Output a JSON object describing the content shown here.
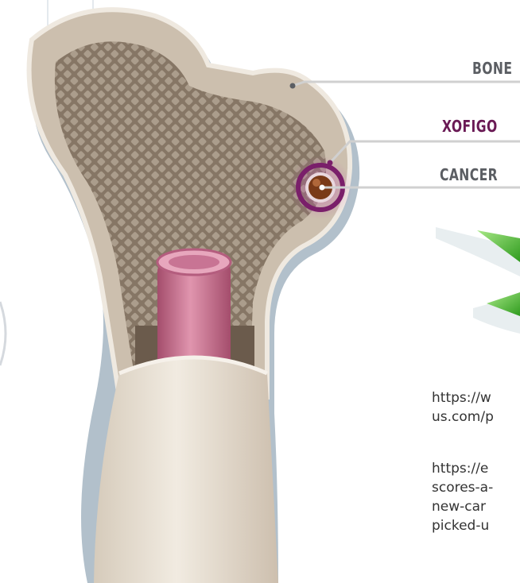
{
  "labels": {
    "bone": "BONE",
    "xofigo": "XOFIGO",
    "cancer": "CANCER"
  },
  "urls": [
    "https://w\nus.com/p",
    "https://e\nscores-a-\nnew-car\npicked-u"
  ],
  "colors": {
    "bone_fill": "#b9ab97",
    "marrow_fill": "#8f8070",
    "bone_outline": "#e7e0d6",
    "shadow": "#aebbc6",
    "xofigo_ring": "#7a1f6a",
    "cancer_core": "#7a3a18",
    "tube": "#c7708c",
    "shaft": "#e9e1d4",
    "label_gray": "#5b5e63",
    "label_purple": "#6a1a55",
    "leader_line": "#cfcfcf",
    "green_arrow": "#5cc23a"
  },
  "icons": [
    "green-arrow-icon",
    "green-arrow-icon"
  ]
}
